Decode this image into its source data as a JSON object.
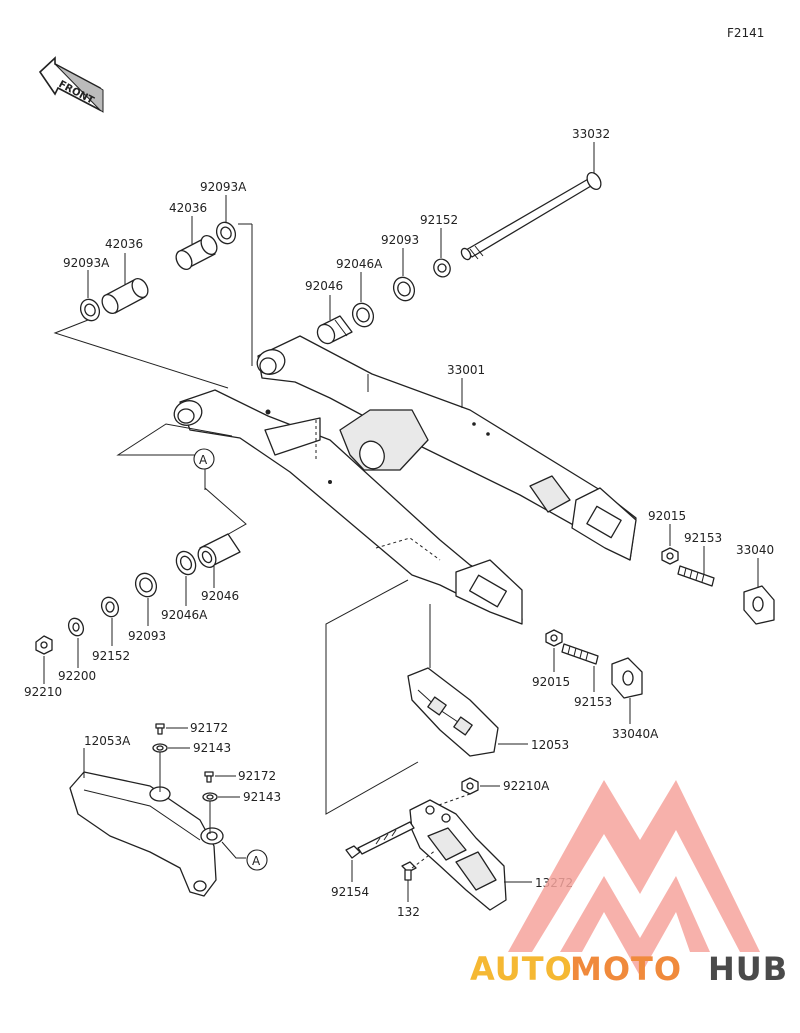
{
  "figure_code": "F2141",
  "front_label": "FRONT",
  "callout_marker": "A",
  "watermark": {
    "part1": "AUTO",
    "part2": "MOTO",
    "part3": "HUB",
    "color_part1": "#f5b833",
    "color_part2": "#f08a3c",
    "color_part3": "#4a4a4a",
    "logo_color": "#f28b82"
  },
  "labels": {
    "p33032": "33032",
    "p92152_top": "92152",
    "p92093_top": "92093",
    "p92046A_top": "92046A",
    "p92046_top": "92046",
    "p92093A_top": "92093A",
    "p42036_top": "42036",
    "p42036_left": "42036",
    "p92093A_left": "92093A",
    "p33001": "33001",
    "p92015_right": "92015",
    "p92153_right": "92153",
    "p33040": "33040",
    "p92046_bottom": "92046",
    "p92046A_bottom": "92046A",
    "p92093_bottom": "92093",
    "p92152_bottom": "92152",
    "p92200": "92200",
    "p92210": "92210",
    "p92015_mid": "92015",
    "p92153_mid": "92153",
    "p33040A": "33040A",
    "p12053": "12053",
    "p12053A": "12053A",
    "p92172_a": "92172",
    "p92143_a": "92143",
    "p92172_b": "92172",
    "p92143_b": "92143",
    "p92210A": "92210A",
    "p92154": "92154",
    "p132": "132",
    "p13272": "13272"
  }
}
